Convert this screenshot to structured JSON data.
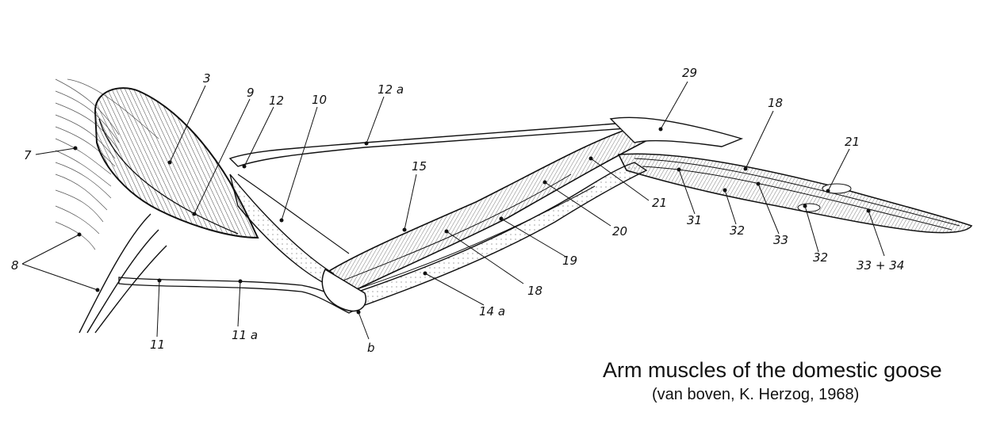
{
  "caption": {
    "title": "Arm muscles of the domestic goose",
    "source": "(van boven, K. Herzog, 1968)"
  },
  "labels": [
    {
      "id": "3",
      "text": "3"
    },
    {
      "id": "9",
      "text": "9"
    },
    {
      "id": "12",
      "text": "12"
    },
    {
      "id": "10",
      "text": "10"
    },
    {
      "id": "12a",
      "text": "12 a"
    },
    {
      "id": "29",
      "text": "29"
    },
    {
      "id": "18-top",
      "text": "18"
    },
    {
      "id": "21-right",
      "text": "21"
    },
    {
      "id": "7",
      "text": "7"
    },
    {
      "id": "15",
      "text": "15"
    },
    {
      "id": "21-mid",
      "text": "21"
    },
    {
      "id": "20",
      "text": "20"
    },
    {
      "id": "31",
      "text": "31"
    },
    {
      "id": "32-a",
      "text": "32"
    },
    {
      "id": "33",
      "text": "33"
    },
    {
      "id": "32-b",
      "text": "32"
    },
    {
      "id": "33+34",
      "text": "33 + 34"
    },
    {
      "id": "8",
      "text": "8"
    },
    {
      "id": "19",
      "text": "19"
    },
    {
      "id": "18-mid",
      "text": "18"
    },
    {
      "id": "14a",
      "text": "14 a"
    },
    {
      "id": "11",
      "text": "11"
    },
    {
      "id": "11a",
      "text": "11 a"
    },
    {
      "id": "b",
      "text": "b"
    }
  ]
}
